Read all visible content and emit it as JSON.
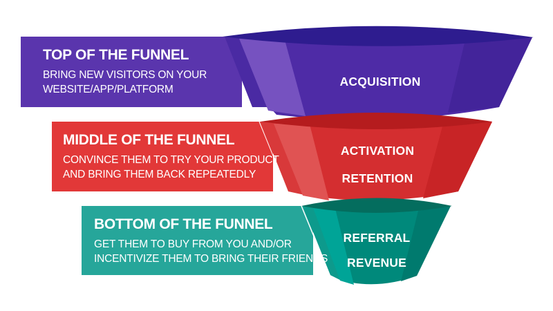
{
  "diagram": {
    "type": "funnel",
    "colors": {
      "top": "#5a35ad",
      "top_rim": "#2e1c8f",
      "middle": "#e23838",
      "middle_rim": "#b51c1e",
      "bottom": "#26a69a",
      "bottom_rim": "#046d5e"
    },
    "stages": [
      {
        "title": "TOP OF THE FUNNEL",
        "description_lines": [
          "BRING NEW VISITORS ON YOUR",
          "WEBSITE/APP/PLATFORM"
        ],
        "labels": [
          "ACQUISITION"
        ]
      },
      {
        "title": "MIDDLE OF THE FUNNEL",
        "description_lines": [
          "CONVINCE THEM TO TRY YOUR PRODUCT",
          "AND BRING THEM BACK REPEATEDLY"
        ],
        "labels": [
          "ACTIVATION",
          "RETENTION"
        ]
      },
      {
        "title": "BOTTOM OF THE FUNNEL",
        "description_lines": [
          "GET THEM TO BUY FROM YOU AND/OR",
          "INCENTIVIZE THEM TO BRING THEIR FRIENDS"
        ],
        "labels": [
          "REFERRAL",
          "REVENUE"
        ]
      }
    ]
  }
}
